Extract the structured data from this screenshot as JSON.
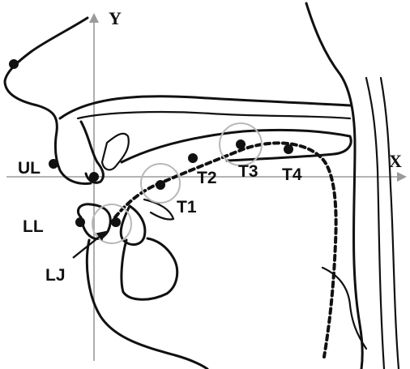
{
  "figure": {
    "axes": {
      "x_label": "X",
      "y_label": "Y"
    },
    "markers": [
      {
        "id": "UL",
        "label": "UL"
      },
      {
        "id": "LL",
        "label": "LL"
      },
      {
        "id": "LJ",
        "label": "LJ"
      },
      {
        "id": "T1",
        "label": "T1"
      },
      {
        "id": "T2",
        "label": "T2"
      },
      {
        "id": "T3",
        "label": "T3"
      },
      {
        "id": "T4",
        "label": "T4"
      }
    ],
    "colors": {
      "ink": "#111111",
      "axis": "#9a9a9a",
      "highlight_ring": "#b8b8b8",
      "background": "#ffffff"
    }
  }
}
